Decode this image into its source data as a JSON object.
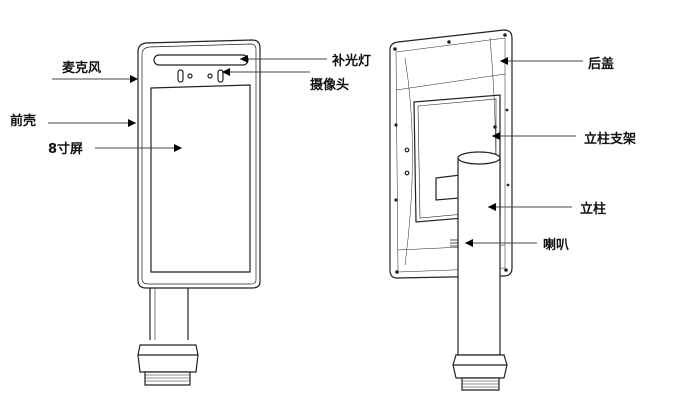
{
  "labels": {
    "microphone": "麦克风",
    "front_shell": "前壳",
    "screen": "8寸屏",
    "fill_light": "补光灯",
    "camera": "摄像头",
    "back_cover": "后盖",
    "pole_bracket": "立柱支架",
    "pole": "立柱",
    "speaker": "喇叭"
  }
}
